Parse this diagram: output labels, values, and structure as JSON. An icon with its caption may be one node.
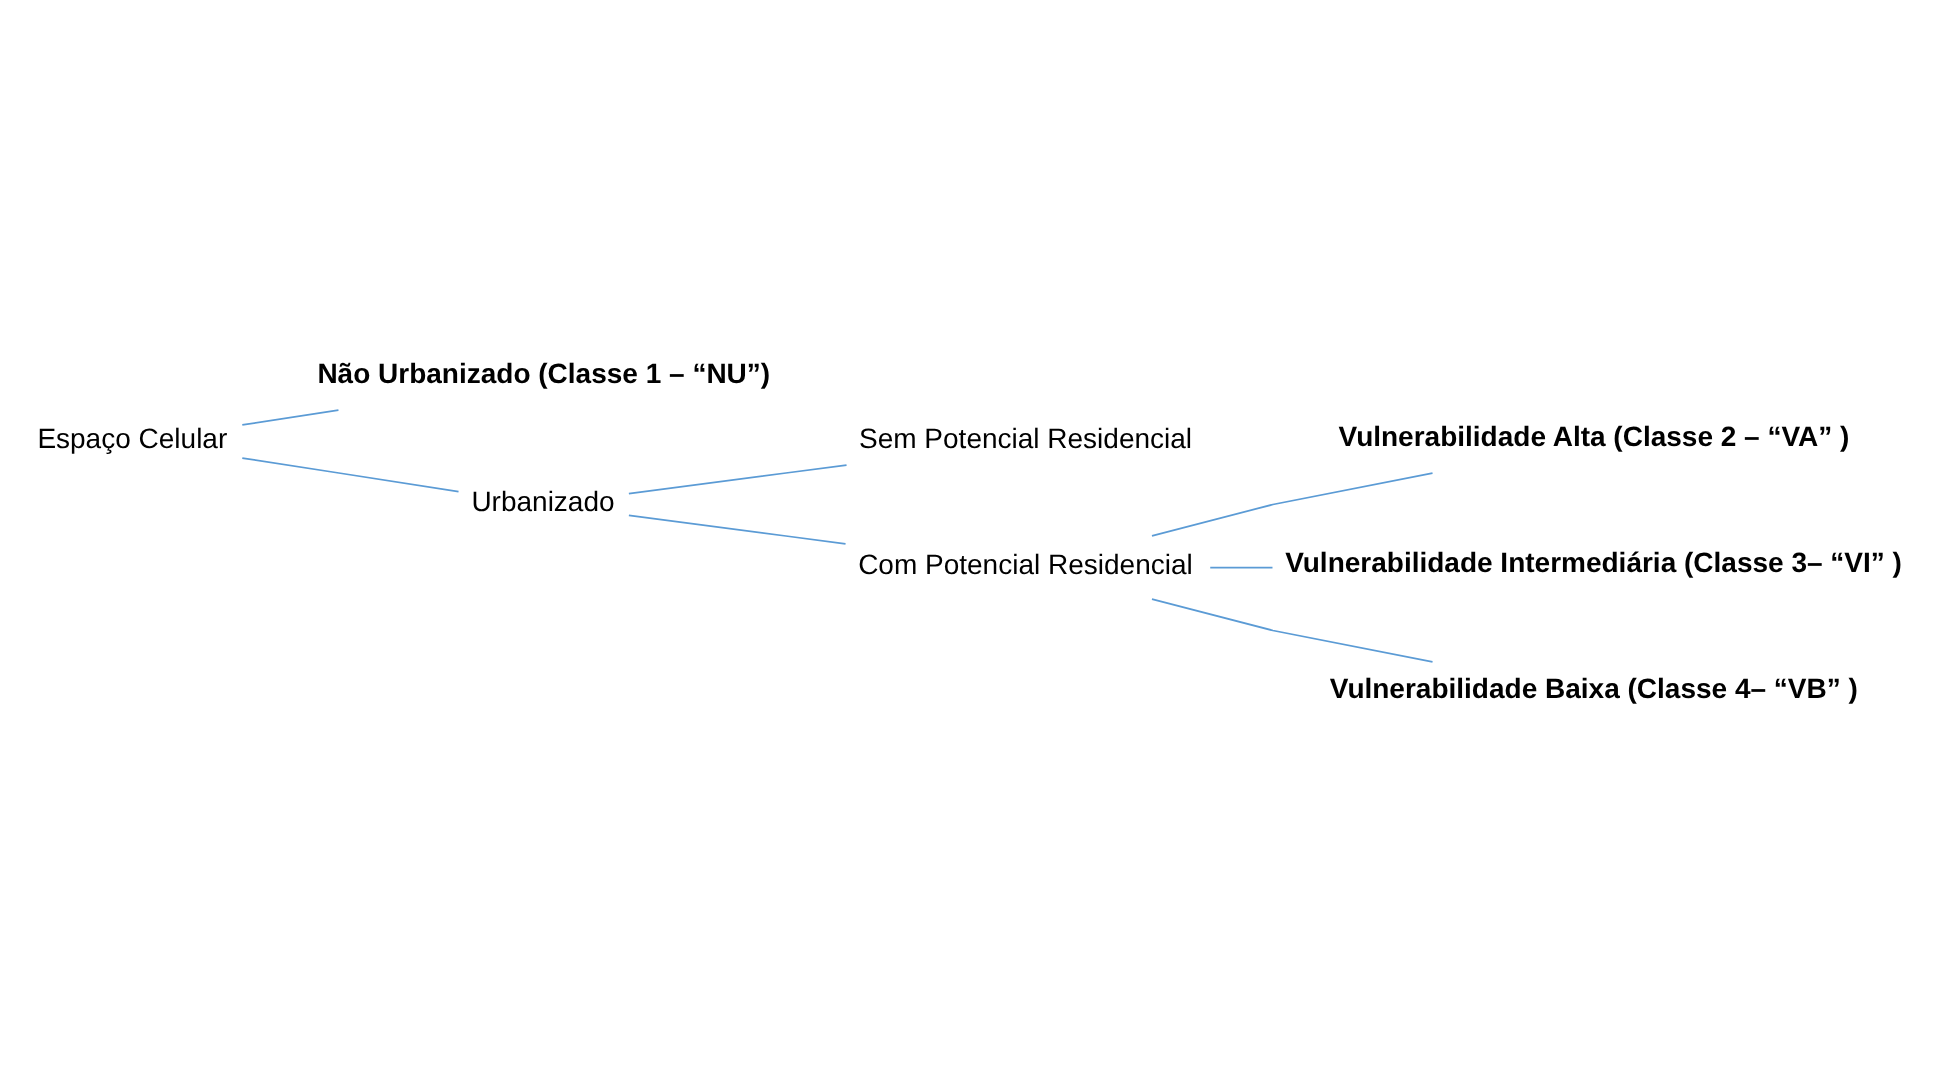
{
  "diagram": {
    "nodes": [
      {
        "text": [
          "Espaço Celular"
        ]
      },
      {
        "text": [
          "Não Urbanizado (Classe 1 – “NU”)"
        ]
      },
      {
        "text": [
          "Urbanizado"
        ]
      },
      {
        "text": [
          "Sem Potencial Residencial"
        ]
      },
      {
        "text": [
          "Com Potencial Residencial"
        ]
      },
      {
        "text": [
          "Vulnerabilidade Alta (Classe 2 – “VA” )"
        ]
      },
      {
        "text": [
          "Vulnerabilidade Intermediária (Classe 3– “VI” )"
        ]
      },
      {
        "text": [
          "Vulnerabilidade Baixa (Classe 4– “VB” )"
        ]
      }
    ],
    "edges": [
      {
        "from": 0,
        "to": 1,
        "arrow": "none",
        "color": "#5b9bd5"
      },
      {
        "from": 0,
        "to": 2,
        "arrow": "none",
        "color": "#5b9bd5"
      },
      {
        "from": 2,
        "to": 3,
        "arrow": "none",
        "color": "#5b9bd5"
      },
      {
        "from": 2,
        "to": 4,
        "arrow": "none",
        "color": "#5b9bd5"
      },
      {
        "from": 4,
        "to": 5,
        "arrow": "none",
        "color": "#5b9bd5"
      },
      {
        "from": 4,
        "to": 6,
        "arrow": "none",
        "color": "#5b9bd5"
      },
      {
        "from": 4,
        "to": 7,
        "arrow": "none",
        "color": "#5b9bd5"
      }
    ]
  }
}
